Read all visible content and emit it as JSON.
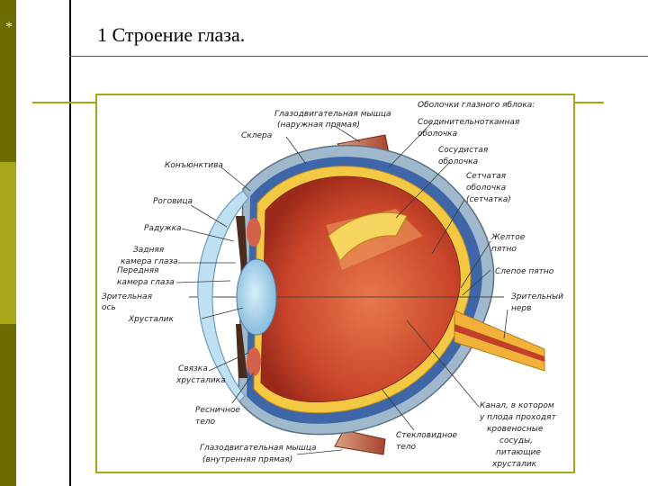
{
  "slide": {
    "marker": "*",
    "title": "1 Строение глаза."
  },
  "diagram": {
    "labels": {
      "muscle_outer_1": "Глазодвигательная мышца",
      "muscle_outer_2": "(наружная прямая)",
      "sclera": "Склера",
      "conjunctiva": "Конъюнктива",
      "cornea": "Роговица",
      "iris": "Радужка",
      "posterior_chamber_1": "Задняя",
      "posterior_chamber_2": "камера глаза",
      "anterior_chamber_1": "Передняя",
      "anterior_chamber_2": "камера глаза",
      "visual_axis_1": "Зрительная",
      "visual_axis_2": "ось",
      "lens": "Хрусталик",
      "ligament_1": "Связка",
      "ligament_2": "хрусталика",
      "ciliary_1": "Ресничное",
      "ciliary_2": "тело",
      "muscle_inner_1": "Глазодвигательная мышца",
      "muscle_inner_2": "(внутренняя прямая)",
      "membranes_heading": "Оболочки глазного яблока:",
      "connective_1": "Соединительнотканная",
      "connective_2": "оболочка",
      "choroid_1": "Сосудистая",
      "choroid_2": "оболочка",
      "retina_1": "Сетчатая",
      "retina_2": "оболочка",
      "retina_3": "(сетчатка)",
      "macula_1": "Желтое",
      "macula_2": "пятно",
      "blind_spot": "Слепое пятно",
      "optic_nerve_1": "Зрительный",
      "optic_nerve_2": "нерв",
      "canal_1": "Канал, в котором",
      "canal_2": "у плода проходят",
      "canal_3": "кровеносные",
      "canal_4": "сосуды,",
      "canal_5": "питающие",
      "canal_6": "хрусталик",
      "vitreous_1": "Стекловидное",
      "vitreous_2": "тело"
    }
  },
  "colors": {
    "bar_dark": "#6b6b00",
    "bar_light": "#a6a616",
    "frame": "#a6a616"
  }
}
